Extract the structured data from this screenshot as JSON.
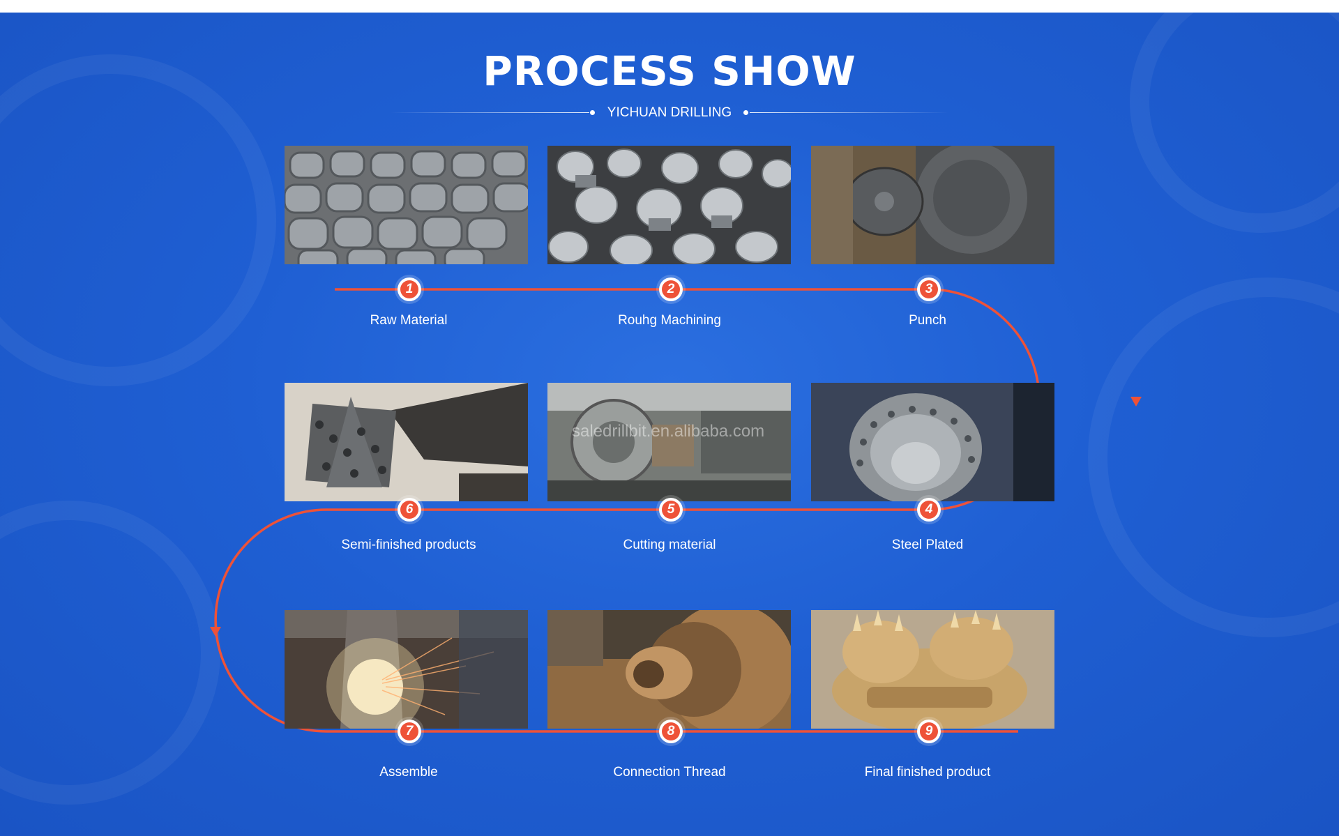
{
  "header": {
    "title": "PROCESS SHOW",
    "subtitle": "YICHUAN DRILLING"
  },
  "steps": [
    {
      "number": "1",
      "label": "Raw Material"
    },
    {
      "number": "2",
      "label": "Rouhg Machining"
    },
    {
      "number": "3",
      "label": "Punch"
    },
    {
      "number": "4",
      "label": "Steel Plated"
    },
    {
      "number": "5",
      "label": "Cutting material"
    },
    {
      "number": "6",
      "label": "Semi-finished products"
    },
    {
      "number": "7",
      "label": "Assemble"
    },
    {
      "number": "8",
      "label": "Connection Thread"
    },
    {
      "number": "9",
      "label": "Final finished product"
    }
  ],
  "watermark": "saledrillbit.en.alibaba.com",
  "colors": {
    "background": "#1f5fd3",
    "accent": "#ee5238",
    "text": "#ffffff"
  }
}
